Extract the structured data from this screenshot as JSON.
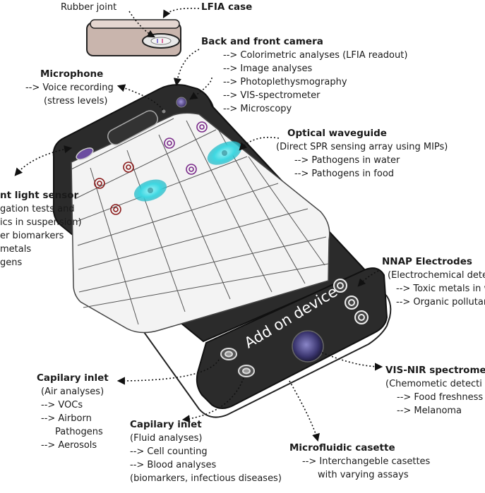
{
  "device_label": "Add on device",
  "labels": {
    "rubber_joint": "Rubber joint",
    "lfia_case": "LFIA case",
    "camera": {
      "title": "Back and front camera",
      "items": [
        "--> Colorimetric analyses (LFIA readout)",
        "--> Image analyses",
        "--> Photoplethysmography",
        "--> VIS-spectrometer",
        "--> Microscopy"
      ]
    },
    "microphone": {
      "title": "Microphone",
      "items": [
        "--> Voice recording",
        "(stress levels)"
      ]
    },
    "optical": {
      "title": "Optical waveguide",
      "items": [
        "(Direct SPR sensing array using MIPs)",
        "--> Pathogens in water",
        "--> Pathogens in food"
      ]
    },
    "ambient": {
      "title": "nt light sensor",
      "items": [
        "gation tests and",
        "ics in suspension)",
        "er biomarkers",
        "metals",
        "gens"
      ]
    },
    "nnap": {
      "title": "NNAP Electrodes",
      "items": [
        "(Electrochemical dete",
        "--> Toxic metals in w",
        "--> Organic pollutan"
      ]
    },
    "visnir": {
      "title": "VIS-NIR spectromet",
      "items": [
        "(Chemometic detecti",
        "--> Food freshness",
        "--> Melanoma"
      ]
    },
    "cap_air": {
      "title": "Capilary inlet",
      "items": [
        "(Air analyses)",
        "--> VOCs",
        "--> Airborn",
        "Pathogens",
        "--> Aerosols"
      ]
    },
    "cap_fluid": {
      "title": "Capilary inlet",
      "items": [
        "(Fluid analyses)",
        "--> Cell counting",
        "--> Blood analyses",
        "(biomarkers, infectious diseases)"
      ]
    },
    "microfluidic": {
      "title": "Microfluidic casette",
      "items": [
        "--> Interchangeble casettes",
        "with varying assays"
      ]
    }
  },
  "colors": {
    "phone_body": "#2a2a2a",
    "screen": "#f2f2f2",
    "grid": "#555555",
    "cyan_blob": "#33d6e0",
    "red_particle": "#8b1a1a",
    "purple_particle": "#7a2a8a"
  }
}
